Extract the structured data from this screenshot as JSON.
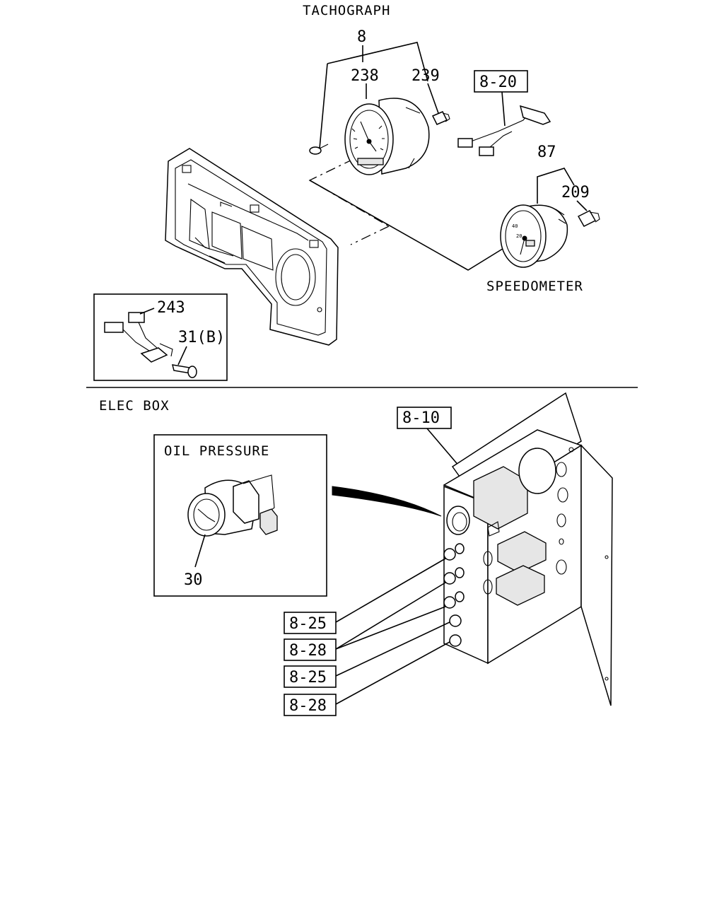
{
  "sections": {
    "tachograph": "TACHOGRAPH",
    "speedometer": "SPEEDOMETER",
    "elec_box": "ELEC BOX",
    "oil_pressure": "OIL PRESSURE"
  },
  "callouts": {
    "c8": "8",
    "c238": "238",
    "c239": "239",
    "c8_20": "8-20",
    "c87": "87",
    "c209": "209",
    "c243": "243",
    "c31b": "31(B)",
    "c8_10": "8-10",
    "c30": "30",
    "c8_25_a": "8-25",
    "c8_28_a": "8-28",
    "c8_25_b": "8-25",
    "c8_28_b": "8-28"
  },
  "gauge_markings": {
    "speedo_40": "40",
    "speedo_20": "20"
  }
}
